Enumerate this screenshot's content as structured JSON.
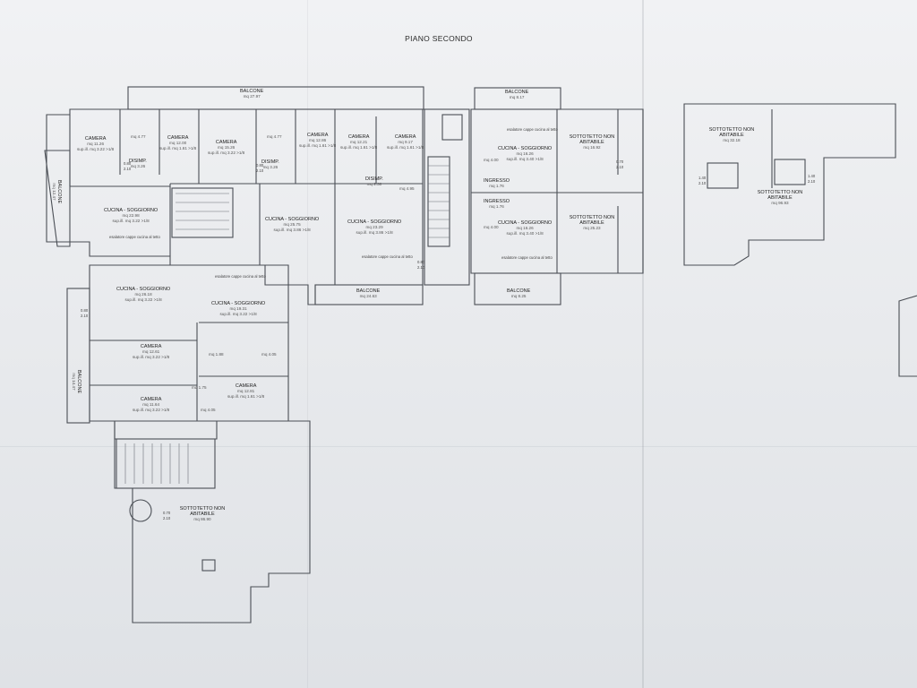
{
  "title": "PIANO SECONDO",
  "rooms": [
    {
      "name": "BALCONE",
      "area": "mq 27.97",
      "sup": ""
    },
    {
      "name": "CAMERA",
      "area": "mq 11.26",
      "sup": "sup.ill. mq 3.22 >1/8"
    },
    {
      "name": "",
      "area": "mq 4.77",
      "sup": ""
    },
    {
      "name": "CAMERA",
      "area": "mq 12.00",
      "sup": "sup.ill. mq 1.61 >1/8"
    },
    {
      "name": "CAMERA",
      "area": "mq 15.26",
      "sup": "sup.ill. mq 3.22 >1/8"
    },
    {
      "name": "",
      "area": "mq 4.77",
      "sup": ""
    },
    {
      "name": "CAMERA",
      "area": "mq 12.86",
      "sup": "sup.ill. mq 1.61 >1/8"
    },
    {
      "name": "DISIMP.",
      "area": "mq 3.26",
      "sup": ""
    },
    {
      "name": "DISIMP.",
      "area": "mq 3.26",
      "sup": ""
    },
    {
      "name": "CUCINA - SOGGIORNO",
      "area": "mq 22.98",
      "sup": "sup.ill. mq 3.22 >1/8"
    },
    {
      "name": "CUCINA - SOGGIORNO",
      "area": "mq 25.75",
      "sup": "sup.ill. mq 3.86 >1/8"
    },
    {
      "name": "CAMERA",
      "area": "mq 12.21",
      "sup": "sup.ill. mq 1.61 >1/8"
    },
    {
      "name": "CAMERA",
      "area": "mq 9.17",
      "sup": "sup.ill. mq 1.61 >1/8"
    },
    {
      "name": "DISIMP.",
      "area": "mq 2.30",
      "sup": ""
    },
    {
      "name": "",
      "area": "mq 4.95",
      "sup": ""
    },
    {
      "name": "CUCINA - SOGGIORNO",
      "area": "mq 23.29",
      "sup": "sup.ill. mq 3.86 >1/8"
    },
    {
      "name": "BALCONE",
      "area": "mq 24.63",
      "sup": ""
    },
    {
      "name": "BALCONE",
      "area": "mq 8.17",
      "sup": ""
    },
    {
      "name": "CUCINA - SOGGIORNO",
      "area": "mq 16.26",
      "sup": "sup.ill. mq 3.40 >1/8"
    },
    {
      "name": "",
      "area": "mq 4.00",
      "sup": ""
    },
    {
      "name": "INGRESSO",
      "area": "mq 1.76",
      "sup": ""
    },
    {
      "name": "INGRESSO",
      "area": "mq 1.76",
      "sup": ""
    },
    {
      "name": "CUCINA - SOGGIORNO",
      "area": "mq 16.26",
      "sup": "sup.ill. mq 3.40 >1/8"
    },
    {
      "name": "",
      "area": "mq 4.00",
      "sup": ""
    },
    {
      "name": "BALCONE",
      "area": "mq 8.25",
      "sup": ""
    },
    {
      "name": "SOTTOTETTO NON ABITABILE",
      "area": "mq 16.92",
      "sup": ""
    },
    {
      "name": "SOTTOTETTO NON ABITABILE",
      "area": "mq 25.23",
      "sup": ""
    },
    {
      "name": "SOTTOTETTO NON ABITABILE",
      "area": "mq 32.18",
      "sup": ""
    },
    {
      "name": "SOTTOTETTO NON ABITABILE",
      "area": "mq 96.93",
      "sup": ""
    },
    {
      "name": "CUCINA - SOGGIORNO",
      "area": "mq 26.18",
      "sup": "sup.ill. mq 3.22 >1/8"
    },
    {
      "name": "CUCINA - SOGGIORNO",
      "area": "mq 19.31",
      "sup": "sup.ill. mq 3.22 >1/8"
    },
    {
      "name": "CAMERA",
      "area": "mq 12.61",
      "sup": "sup.ill. mq 3.22 >1/8"
    },
    {
      "name": "",
      "area": "mq 1.88",
      "sup": ""
    },
    {
      "name": "",
      "area": "mq 4.05",
      "sup": ""
    },
    {
      "name": "CAMERA",
      "area": "mq 11.64",
      "sup": "sup.ill. mq 3.22 >1/8"
    },
    {
      "name": "",
      "area": "mq 1.75",
      "sup": ""
    },
    {
      "name": "",
      "area": "mq 4.05",
      "sup": ""
    },
    {
      "name": "CAMERA",
      "area": "mq 12.81",
      "sup": "sup.ill. mq 1.61 >1/8"
    },
    {
      "name": "BALCONE",
      "area": "mq 12.47",
      "sup": ""
    },
    {
      "name": "BALCONE",
      "area": "mq 14.47",
      "sup": ""
    },
    {
      "name": "SOTTOTETTO NON ABITABILE",
      "area": "mq 86.90",
      "sup": ""
    }
  ],
  "notes": [
    "esalatore cappe cucina al tetto",
    "esalatore cappe cucina al tetto",
    "esalatore cappe cucina al tetto",
    "esalatore cappe cucina al tetto",
    "esalatore cappe cucina al tetto"
  ],
  "tags": [
    "0.80",
    "2.10",
    "0.80",
    "2.10",
    "0.70",
    "2.10",
    "0.80",
    "2.10",
    "1.40",
    "2.10",
    "1.40",
    "2.10",
    "0.70",
    "2.10",
    "0.80",
    "2.10"
  ]
}
